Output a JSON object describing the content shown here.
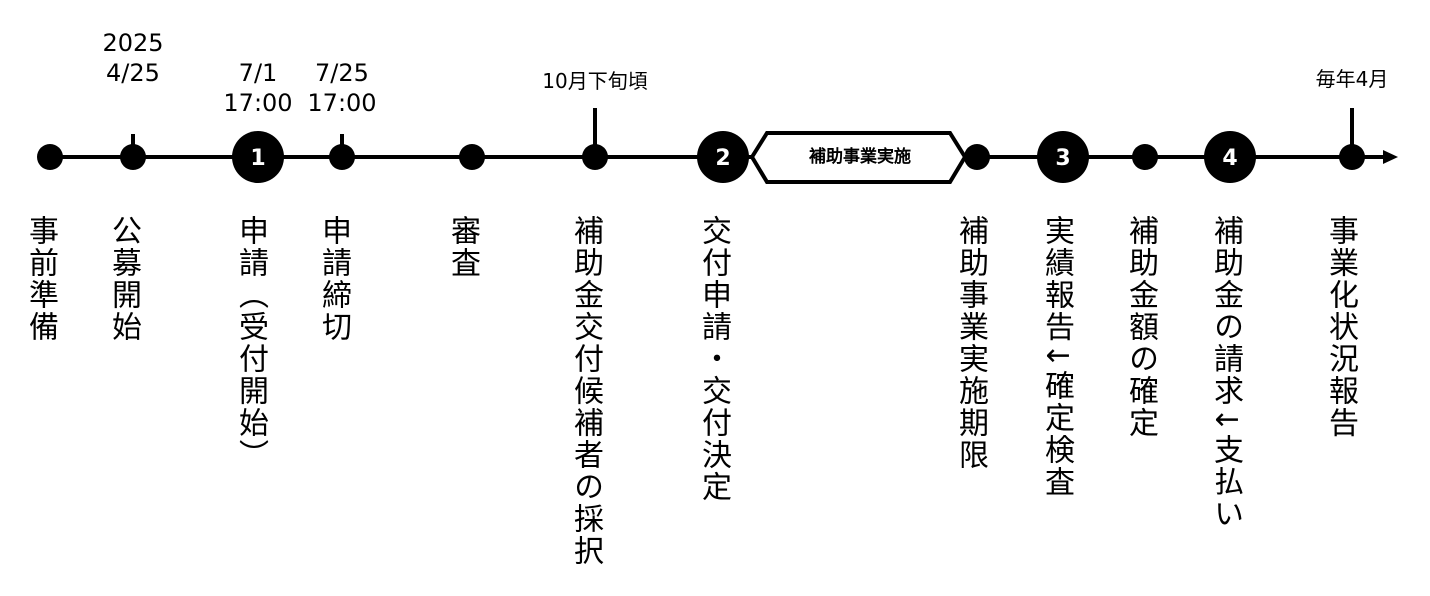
{
  "top_labels": {
    "koubo": "2025\n4/25",
    "shinsei_start": "7/1\n17:00",
    "shinsei_end": "7/25\n17:00",
    "saitaku": "10月下旬頃",
    "report": "毎年4月"
  },
  "markers": [
    "1",
    "2",
    "3",
    "4"
  ],
  "phase_label": "補助事業実施",
  "steps": [
    "事前準備",
    "公募開始",
    "申請（受付開始）",
    "申請締切",
    "審査",
    "補助金交付候補者の採択",
    "交付申請・交付決定",
    "補助事業実施期限",
    "実績報告↓確定検査",
    "補助金額の確定",
    "補助金の請求↓支払い",
    "事業化状況報告"
  ]
}
